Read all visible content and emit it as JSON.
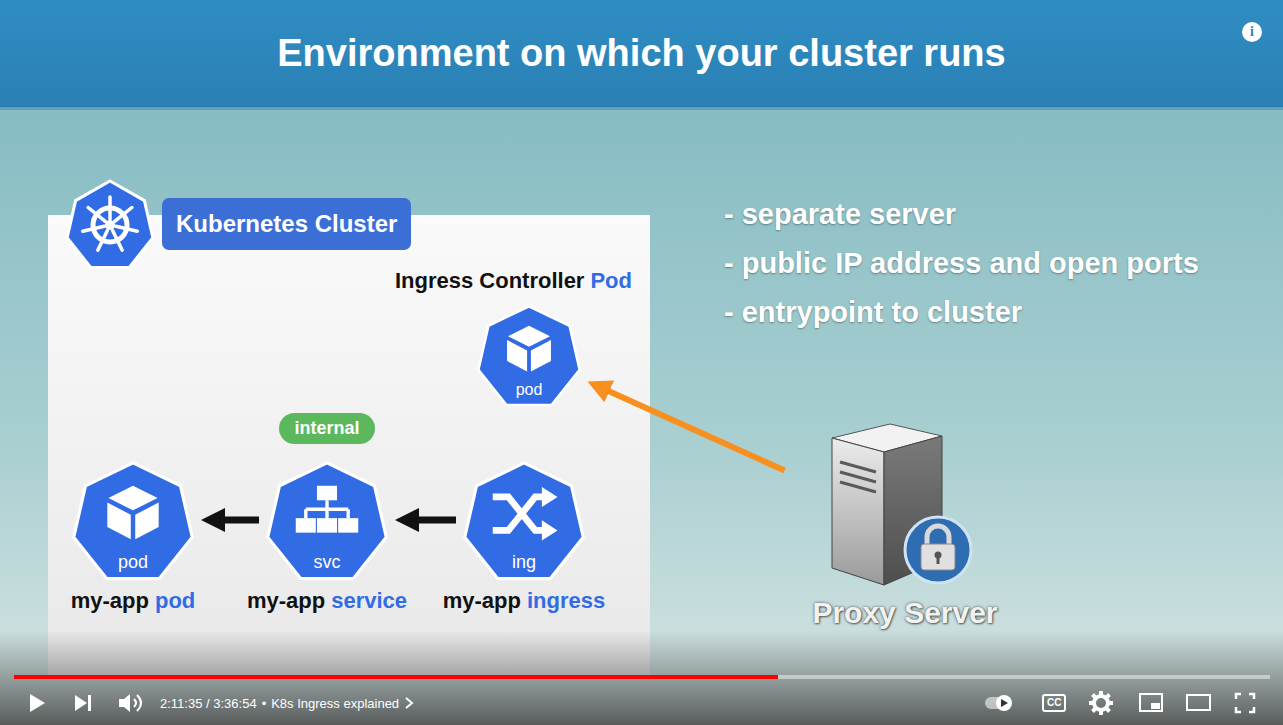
{
  "diagram": {
    "title": "Environment on which your cluster runs",
    "nodes": [
      {
        "text": [
          "Kubernetes Cluster"
        ]
      },
      {
        "text": [
          "Ingress Controller",
          "Pod",
          "pod"
        ],
        "in": 0
      },
      {
        "text": [
          "internal"
        ],
        "in": 0
      },
      {
        "text": [
          "pod",
          "my-app",
          "pod"
        ],
        "in": 0
      },
      {
        "text": [
          "svc",
          "my-app",
          "service"
        ],
        "in": 0
      },
      {
        "text": [
          "ing",
          "my-app",
          "ingress"
        ],
        "in": 0
      },
      {
        "text": [
          "Proxy Server"
        ]
      }
    ],
    "edges": [
      {
        "from": 5,
        "to": 4,
        "arrow": "to"
      },
      {
        "from": 4,
        "to": 3,
        "arrow": "to"
      },
      {
        "from": 6,
        "to": 1,
        "arrow": "to"
      }
    ],
    "labels": [
      "- separate server",
      "- public IP address and open ports",
      "- entrypoint to cluster",
      "i",
      "2:11:35 / 3:36:54",
      "•",
      "K8s Ingress explained",
      "CC"
    ]
  }
}
